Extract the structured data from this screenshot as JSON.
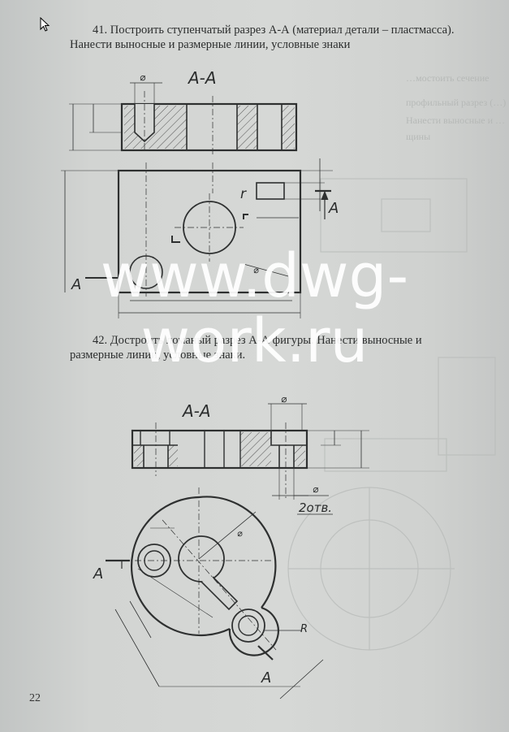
{
  "task41": {
    "text": "41. Построить ступенчатый разрез А-А (материал детали – пластмасса). Нанести выносные и размерные линии, условные знаки"
  },
  "task42": {
    "text": "42. Достроить ломаный разрез А-А фигуры. Нанести выносные и размерные линии, условные знаки."
  },
  "drawing1": {
    "section_title": "А-А",
    "arrow_letter_right": "А",
    "arrow_letter_left": "А",
    "label_r": "r",
    "label_diameter": "⌀"
  },
  "drawing2": {
    "section_title": "А-А",
    "arrow_letter_left": "А",
    "arrow_letter_bottom": "А",
    "label_R": "R",
    "holes_note": "2отв.",
    "label_diameter": "⌀"
  },
  "watermark": {
    "line1": "www.dwg-",
    "line2": "work.ru"
  },
  "page_number": "22"
}
